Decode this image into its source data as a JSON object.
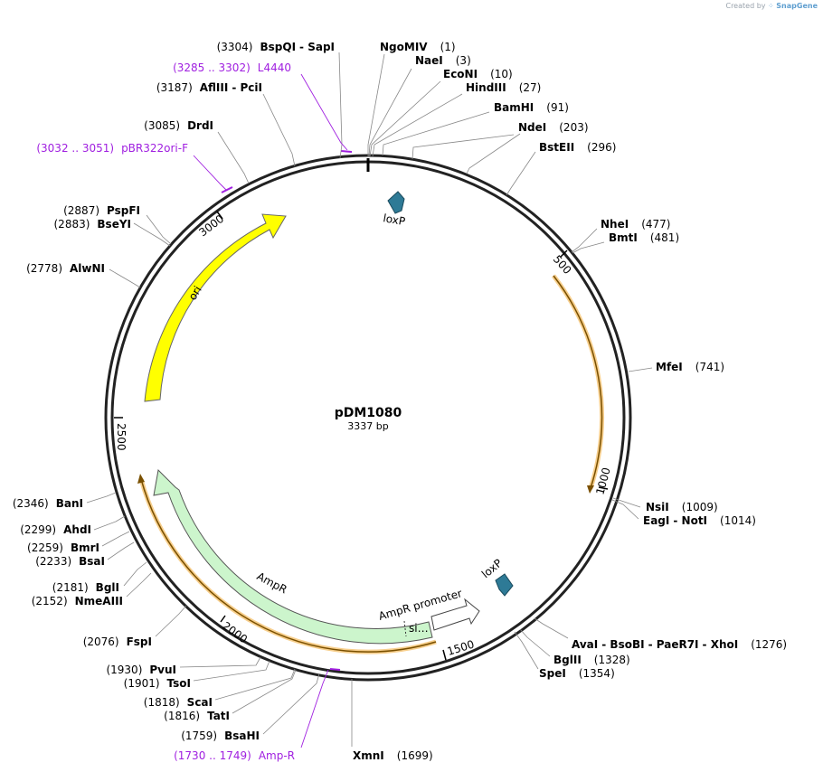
{
  "credit": {
    "prefix": "Created by",
    "brand": "SnapGene"
  },
  "plasmid": {
    "name": "pDM1080",
    "length": "3337 bp"
  },
  "ticks": [
    "500",
    "1000",
    "1500",
    "2000",
    "2500",
    "3000"
  ],
  "features": {
    "ori": "ori",
    "ampr": "AmpR",
    "ampr_promoter": "AmpR promoter",
    "sig": "si…",
    "loxp_top": "loxP",
    "loxp_bottom": "loxP"
  },
  "sites": [
    {
      "id": "s1",
      "names": [
        "BspQI",
        "SapI"
      ],
      "pos": "(3304)"
    },
    {
      "id": "s2",
      "names": [
        "NgoMIV"
      ],
      "pos": "(1)"
    },
    {
      "id": "s3",
      "names": [
        "NaeI"
      ],
      "pos": "(3)"
    },
    {
      "id": "s4",
      "names": [
        "EcoNI"
      ],
      "pos": "(10)"
    },
    {
      "id": "s5",
      "names": [
        "HindIII"
      ],
      "pos": "(27)"
    },
    {
      "id": "s6",
      "names": [
        "AflIII",
        "PciI"
      ],
      "pos": "(3187)"
    },
    {
      "id": "s7",
      "names": [
        "BamHI"
      ],
      "pos": "(91)"
    },
    {
      "id": "s8",
      "names": [
        "DrdI"
      ],
      "pos": "(3085)"
    },
    {
      "id": "s9",
      "names": [
        "NdeI"
      ],
      "pos": "(203)"
    },
    {
      "id": "s10",
      "names": [
        "BstEII"
      ],
      "pos": "(296)"
    },
    {
      "id": "s11",
      "names": [
        "PspFI"
      ],
      "pos": "(2887)"
    },
    {
      "id": "s12",
      "names": [
        "BseYI"
      ],
      "pos": "(2883)"
    },
    {
      "id": "s13",
      "names": [
        "NheI"
      ],
      "pos": "(477)"
    },
    {
      "id": "s14",
      "names": [
        "BmtI"
      ],
      "pos": "(481)"
    },
    {
      "id": "s15",
      "names": [
        "AlwNI"
      ],
      "pos": "(2778)"
    },
    {
      "id": "s16",
      "names": [
        "MfeI"
      ],
      "pos": "(741)"
    },
    {
      "id": "s17",
      "names": [
        "NsiI"
      ],
      "pos": "(1009)"
    },
    {
      "id": "s18",
      "names": [
        "EagI",
        "NotI"
      ],
      "pos": "(1014)"
    },
    {
      "id": "s19",
      "names": [
        "BanI"
      ],
      "pos": "(2346)"
    },
    {
      "id": "s20",
      "names": [
        "AhdI"
      ],
      "pos": "(2299)"
    },
    {
      "id": "s21",
      "names": [
        "BmrI"
      ],
      "pos": "(2259)"
    },
    {
      "id": "s22",
      "names": [
        "BsaI"
      ],
      "pos": "(2233)"
    },
    {
      "id": "s23",
      "names": [
        "BglI"
      ],
      "pos": "(2181)"
    },
    {
      "id": "s24",
      "names": [
        "NmeAIII"
      ],
      "pos": "(2152)"
    },
    {
      "id": "s25",
      "names": [
        "FspI"
      ],
      "pos": "(2076)"
    },
    {
      "id": "s26",
      "names": [
        "AvaI",
        "BsoBI",
        "PaeR7I",
        "XhoI"
      ],
      "pos": "(1276)"
    },
    {
      "id": "s27",
      "names": [
        "BglII"
      ],
      "pos": "(1328)"
    },
    {
      "id": "s28",
      "names": [
        "SpeI"
      ],
      "pos": "(1354)"
    },
    {
      "id": "s29",
      "names": [
        "PvuI"
      ],
      "pos": "(1930)"
    },
    {
      "id": "s30",
      "names": [
        "TsoI"
      ],
      "pos": "(1901)"
    },
    {
      "id": "s31",
      "names": [
        "ScaI"
      ],
      "pos": "(1818)"
    },
    {
      "id": "s32",
      "names": [
        "TatI"
      ],
      "pos": "(1816)"
    },
    {
      "id": "s33",
      "names": [
        "BsaHI"
      ],
      "pos": "(1759)"
    },
    {
      "id": "s34",
      "names": [
        "XmnI"
      ],
      "pos": "(1699)"
    }
  ],
  "primers": [
    {
      "id": "p1",
      "range": "(3285 .. 3302)",
      "name": "L4440"
    },
    {
      "id": "p2",
      "range": "(3032 .. 3051)",
      "name": "pBR322ori-F"
    },
    {
      "id": "p3",
      "range": "(1730 .. 1749)",
      "name": "Amp-R"
    }
  ],
  "colors": {
    "backbone": "#222222",
    "ori": "#ffff00",
    "ampr": "#ccf5cc",
    "promoter": "#ffffff",
    "loxp": "#2e7a96",
    "orange": "#f0a830",
    "primer": "#a020e0"
  }
}
